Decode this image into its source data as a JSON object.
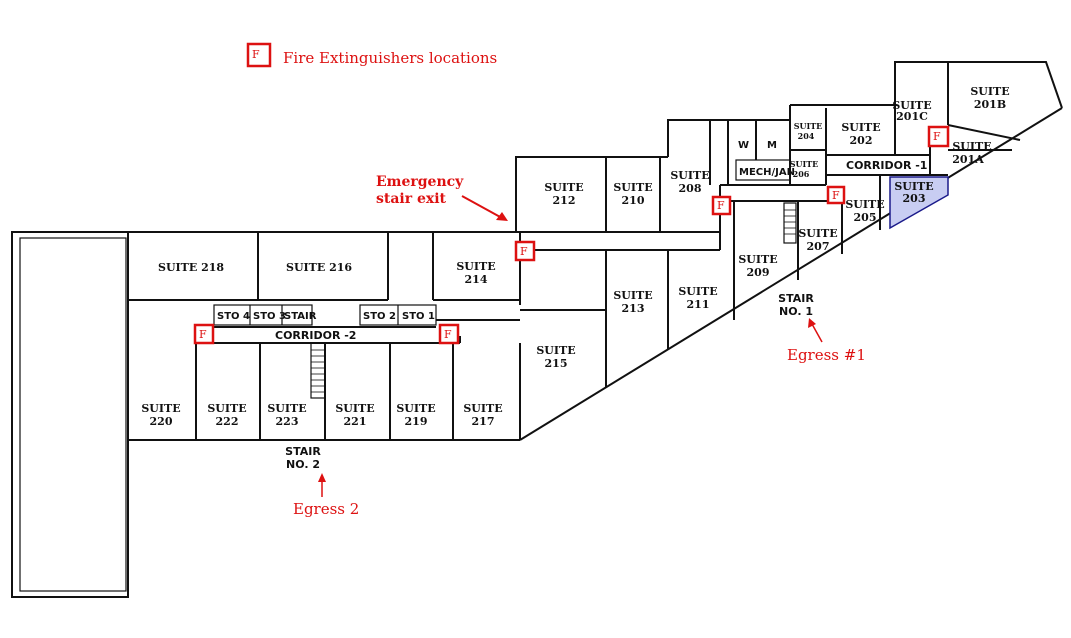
{
  "legend": {
    "marker": "F",
    "label": "Fire Extinguishers locations"
  },
  "annotations": {
    "emergency_exit": [
      "Emergency",
      "stair exit"
    ],
    "egress_1": "Egress #1",
    "egress_2": "Egress 2"
  },
  "plan_labels": {
    "corridor_1": "CORRIDOR -1",
    "corridor_2": "CORRIDOR -2",
    "sto_4": "STO 4",
    "sto_3": "STO 3",
    "stair_small": "STAIR",
    "sto_2": "STO 2",
    "sto_1": "STO 1",
    "stair_1": [
      "STAIR",
      "NO. 1"
    ],
    "stair_2": [
      "STAIR",
      "NO. 2"
    ],
    "mech": "MECH/JAN",
    "w": "W",
    "m": "M"
  },
  "suites": {
    "s201a": [
      "SUITE",
      "201A"
    ],
    "s201b": [
      "SUITE",
      "201B"
    ],
    "s201c": [
      "SUITE",
      "201C"
    ],
    "s202": [
      "SUITE",
      "202"
    ],
    "s203": [
      "SUITE",
      "203"
    ],
    "s204": [
      "SUITE",
      "204"
    ],
    "s205": [
      "SUITE",
      "205"
    ],
    "s206": [
      "SUITE",
      "206"
    ],
    "s207": [
      "SUITE",
      "207"
    ],
    "s208": [
      "SUITE",
      "208"
    ],
    "s209": [
      "SUITE",
      "209"
    ],
    "s210": [
      "SUITE",
      "210"
    ],
    "s211": [
      "SUITE",
      "211"
    ],
    "s212": [
      "SUITE",
      "212"
    ],
    "s213": [
      "SUITE",
      "213"
    ],
    "s214": [
      "SUITE",
      "214"
    ],
    "s215": [
      "SUITE",
      "215"
    ],
    "s216": "SUITE 216",
    "s217": [
      "SUITE",
      "217"
    ],
    "s218": "SUITE 218",
    "s219": [
      "SUITE",
      "219"
    ],
    "s220": [
      "SUITE",
      "220"
    ],
    "s221": [
      "SUITE",
      "221"
    ],
    "s222": [
      "SUITE",
      "222"
    ],
    "s223": [
      "SUITE",
      "223"
    ]
  },
  "colors": {
    "annotation": "#d11111",
    "highlight_suite": "#c8cdf2",
    "walls": "#111111"
  }
}
